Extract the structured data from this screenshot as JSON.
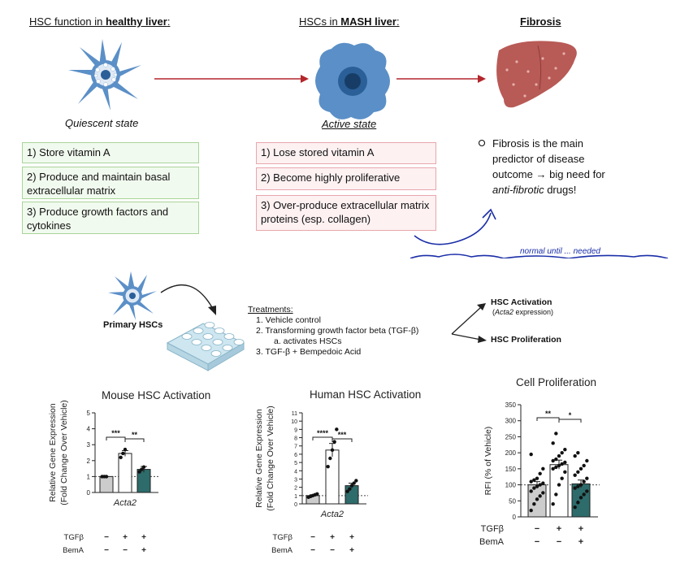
{
  "top": {
    "healthy": {
      "heading_prefix": "HSC function in ",
      "heading_bold": "healthy liver",
      "heading_suffix": ":",
      "state": "Quiescent state",
      "items": [
        "1) Store vitamin A",
        "2) Produce and maintain basal extracellular matrix",
        "3) Produce growth factors and cytokines"
      ]
    },
    "mash": {
      "heading_prefix": "HSCs in ",
      "heading_bold": "MASH liver",
      "heading_suffix": ":",
      "state": "Active state",
      "items": [
        "1) Lose stored vitamin A",
        "2) Become highly proliferative",
        "3) Over-produce extracellular matrix proteins (esp. collagen)"
      ]
    },
    "fibrosis": {
      "heading": "Fibrosis",
      "bullet_lines": [
        "Fibrosis is the main",
        "predictor of disease",
        "outcome → big need for"
      ],
      "bullet_italic": "anti-fibrotic",
      "bullet_tail": " drugs!"
    },
    "handwriting": "normal until ... needed"
  },
  "workflow": {
    "cell_label": "Primary HSCs",
    "treatments_title": "Treatments:",
    "treatments": [
      "1.  Vehicle control",
      "2.  Transforming growth factor beta (TGF-β)",
      "a.  activates HSCs",
      "3.  TGF-β + Bempedoic Acid"
    ],
    "out1_title": "HSC Activation",
    "out1_sub_italic": "Acta2",
    "out1_sub_tail": " expression)",
    "out1_sub_open": "(",
    "out2_title": "HSC Proliferation"
  },
  "colors": {
    "vehicle": "#cccccc",
    "tgfb": "#ffffff",
    "tgfb_bema": "#2e6b6b",
    "green_border": "#a9d49a",
    "pink_border": "#e7a7ad",
    "arrow_red": "#b3262b",
    "liver": "#b85a56",
    "hsc_blue": "#5b8fc7",
    "handwriting": "#1a2ea8"
  },
  "chart_data": [
    {
      "type": "bar",
      "title": "Mouse HSC Activation",
      "ylabel": "Relative Gene Expression (Fold Change Over Vehicle)",
      "ylabel_lines": [
        "Relative Gene Expression",
        "(Fold Change Over Vehicle)"
      ],
      "xlabel": "Acta2",
      "ylim": [
        0,
        5
      ],
      "yticks": [
        "0",
        "1",
        "2",
        "3",
        "4",
        "5"
      ],
      "categories": [
        "Vehicle",
        "TGFβ",
        "TGFβ + BemA"
      ],
      "values": [
        1.0,
        2.45,
        1.45
      ],
      "errors": [
        0.0,
        0.18,
        0.18
      ],
      "points": [
        [
          1,
          1,
          1
        ],
        [
          2.2,
          2.45,
          2.7
        ],
        [
          1.3,
          1.45,
          1.6
        ]
      ],
      "reference_line": 1,
      "significance": [
        {
          "from": 0,
          "to": 1,
          "label": "***"
        },
        {
          "from": 1,
          "to": 2,
          "label": "**"
        }
      ],
      "conditions": [
        {
          "label": "TGFβ",
          "signs": [
            "−",
            "+",
            "+"
          ]
        },
        {
          "label": "BemA",
          "signs": [
            "−",
            "−",
            "+"
          ]
        }
      ]
    },
    {
      "type": "bar",
      "title": "Human HSC Activation",
      "ylabel": "Relative Gene Expression (Fold Change Over Vehicle)",
      "ylabel_lines": [
        "Relative Gene Expression",
        "(Fold Change Over Vehicle)"
      ],
      "xlabel": "Acta2",
      "ylim": [
        0,
        11
      ],
      "yticks": [
        "0",
        "1",
        "2",
        "3",
        "4",
        "5",
        "6",
        "7",
        "8",
        "9",
        "10",
        "11"
      ],
      "categories": [
        "Vehicle",
        "TGFβ",
        "TGFβ + BemA"
      ],
      "values": [
        1.0,
        6.5,
        2.2
      ],
      "errors": [
        0.1,
        0.8,
        0.3
      ],
      "points": [
        [
          0.8,
          0.9,
          1.0,
          1.1,
          1.2
        ],
        [
          4.5,
          5.5,
          6.5,
          7.5,
          9.0
        ],
        [
          1.5,
          1.8,
          2.2,
          2.5,
          2.8
        ]
      ],
      "reference_line": 1,
      "significance": [
        {
          "from": 0,
          "to": 1,
          "label": "****"
        },
        {
          "from": 1,
          "to": 2,
          "label": "***"
        }
      ],
      "conditions": [
        {
          "label": "TGFβ",
          "signs": [
            "−",
            "+",
            "+"
          ]
        },
        {
          "label": "BemA",
          "signs": [
            "−",
            "−",
            "+"
          ]
        }
      ]
    },
    {
      "type": "bar",
      "title": "Cell Proliferation",
      "ylabel": "RFI (% of Vehicle)",
      "ylabel_lines": [
        "RFI (% of Vehicle)"
      ],
      "xlabel": "",
      "ylim": [
        0,
        350
      ],
      "yticks": [
        "0",
        "50",
        "100",
        "150",
        "200",
        "250",
        "300",
        "350"
      ],
      "categories": [
        "Vehicle",
        "TGFβ",
        "TGFβ + BemA"
      ],
      "values": [
        100,
        163,
        103
      ],
      "errors": [
        10,
        14,
        12
      ],
      "points": [
        [
          20,
          40,
          55,
          65,
          75,
          80,
          90,
          95,
          100,
          105,
          110,
          115,
          120,
          135,
          150,
          195
        ],
        [
          40,
          70,
          100,
          120,
          140,
          150,
          155,
          160,
          165,
          170,
          175,
          180,
          190,
          200,
          210,
          230,
          260
        ],
        [
          30,
          45,
          60,
          70,
          80,
          90,
          95,
          100,
          110,
          120,
          130,
          140,
          150,
          160,
          175,
          190,
          200
        ]
      ],
      "reference_line": 100,
      "significance": [
        {
          "from": 0,
          "to": 1,
          "label": "**"
        },
        {
          "from": 1,
          "to": 2,
          "label": "*"
        }
      ],
      "conditions": [
        {
          "label": "TGFβ",
          "signs": [
            "−",
            "+",
            "+"
          ]
        },
        {
          "label": "BemA",
          "signs": [
            "−",
            "−",
            "+"
          ]
        }
      ]
    }
  ]
}
